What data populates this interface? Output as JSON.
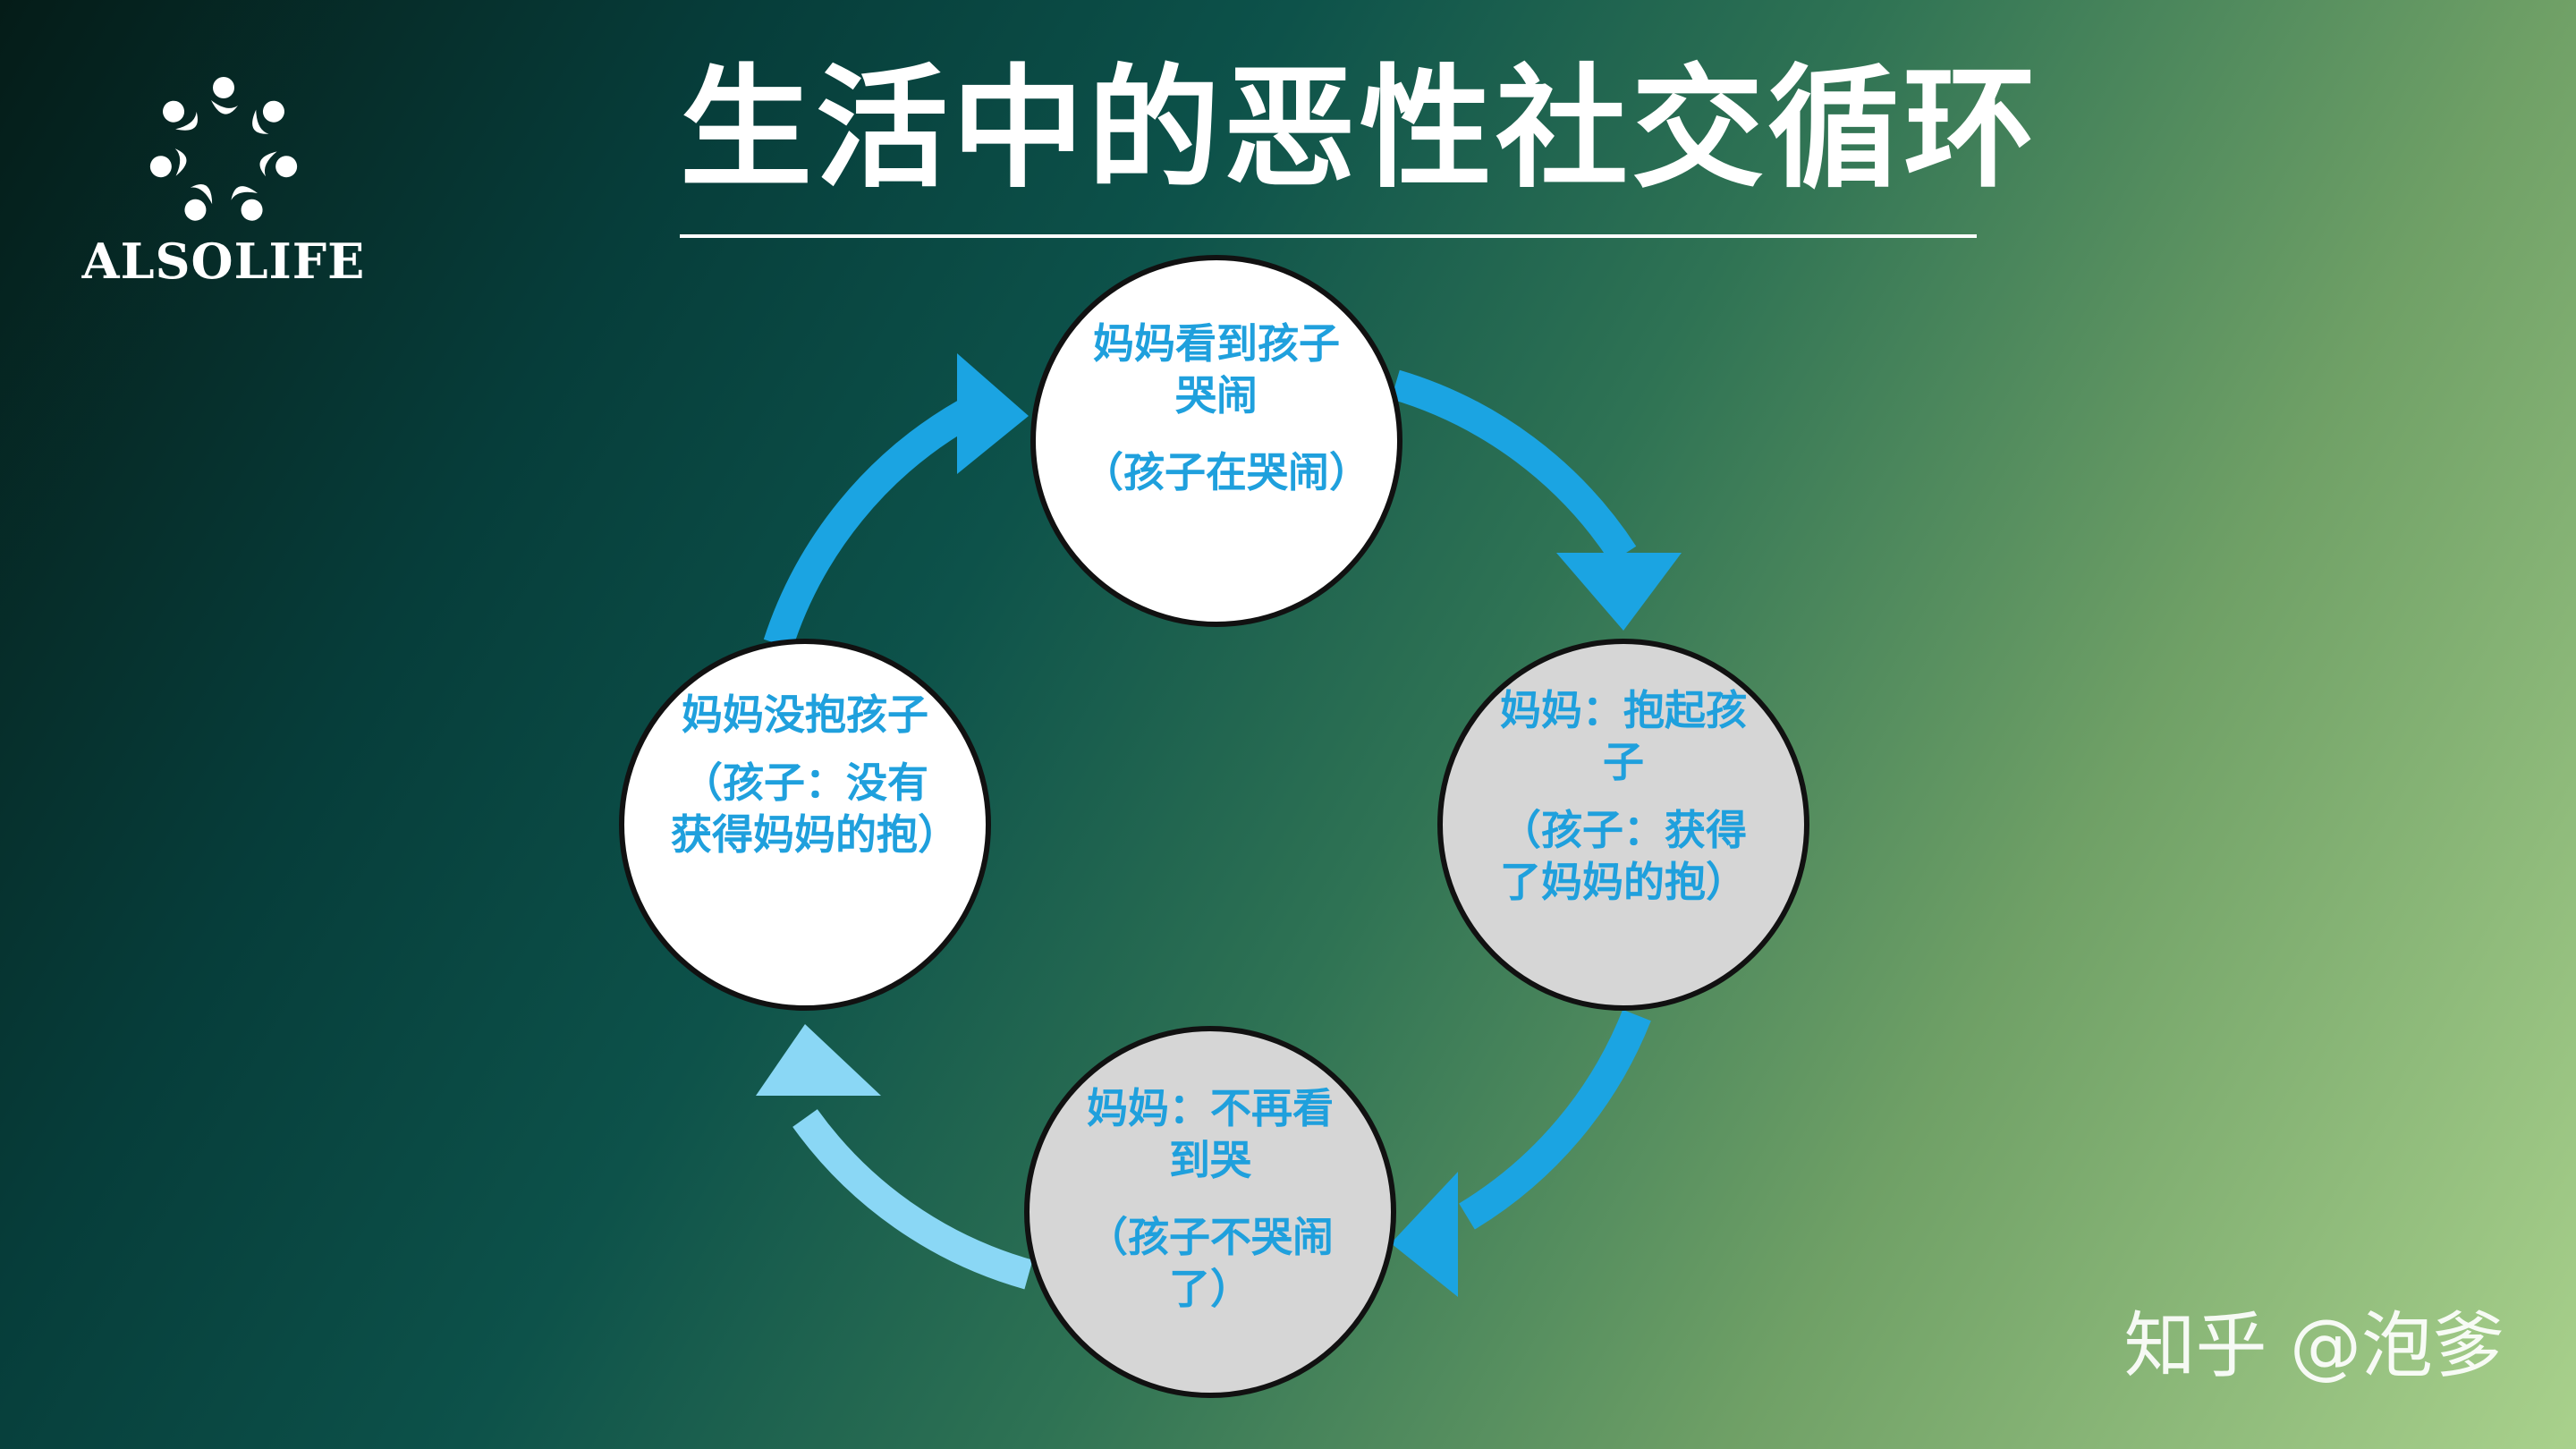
{
  "logo": {
    "text": "ALSOLIFE"
  },
  "title": "生活中的恶性社交循环",
  "nodes": [
    {
      "main": "妈妈看到孩子哭闹",
      "sub": "（孩子在哭闹）",
      "fill": "#ffffff"
    },
    {
      "main": "妈妈：抱起孩子",
      "sub": "（孩子：获得了妈妈的抱）",
      "fill": "#d6d6d6"
    },
    {
      "main": "妈妈：不再看到哭",
      "sub": "（孩子不哭闹了）",
      "fill": "#d6d6d6"
    },
    {
      "main": "妈妈没抱孩子",
      "sub": "（孩子：没有获得妈妈的抱）",
      "fill": "#ffffff"
    }
  ],
  "colors": {
    "arrow": "#1ba4e2",
    "arrow_light": "#8ad7f5",
    "text_blue": "#1fa0dd"
  },
  "watermark": "知乎 @泡爹"
}
